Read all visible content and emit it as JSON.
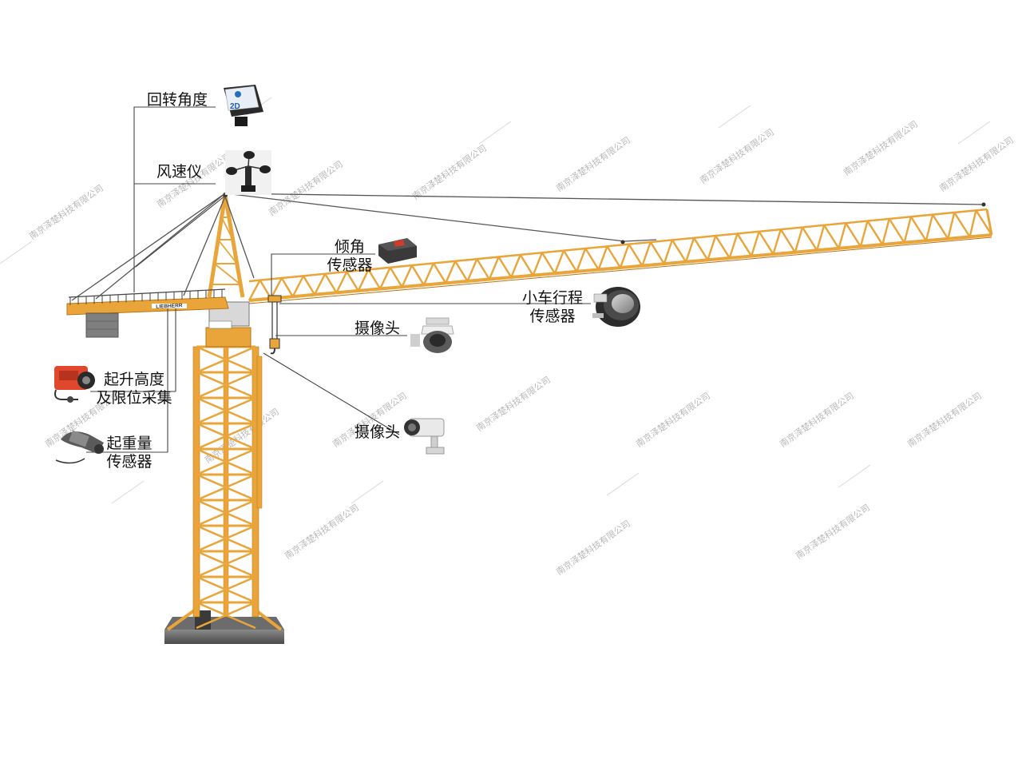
{
  "watermark": "南京泽楚科技有限公司",
  "crane_brand": "LIEBHERR",
  "labels": {
    "slewing_angle": "回转角度",
    "anemometer": "风速仪",
    "tilt_sensor_line1": "倾角",
    "tilt_sensor_line2": "传感器",
    "trolley_sensor_line1": "小车行程",
    "trolley_sensor_line2": "传感器",
    "camera_top": "摄像头",
    "camera_bottom": "摄像头",
    "hoist_height_line1": "起升高度",
    "hoist_height_line2": "及限位采集",
    "load_sensor_line1": "起重量",
    "load_sensor_line2": "传感器"
  },
  "compass_module_text": "2D",
  "colors": {
    "crane_yellow": "#e9a53a",
    "crane_dark": "#b87418",
    "leader_line": "#444444",
    "cable": "#555555"
  },
  "icons": {
    "compass": "compass-sensor-icon",
    "anemometer": "anemometer-icon",
    "tilt": "tilt-sensor-icon",
    "encoder": "rotary-encoder-icon",
    "dome_camera": "dome-camera-icon",
    "bullet_camera": "bullet-camera-icon",
    "hoist_limiter": "hoist-limiter-icon",
    "load_cell": "load-cell-icon"
  }
}
